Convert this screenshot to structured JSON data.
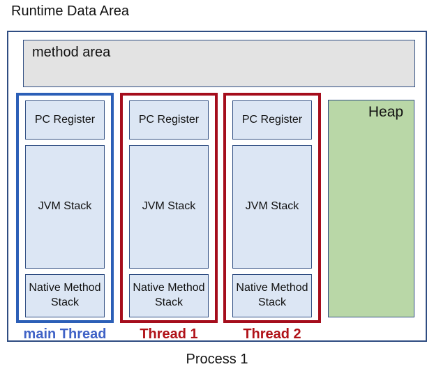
{
  "title": "Runtime Data Area",
  "method_area": {
    "label": "method area"
  },
  "threads": [
    {
      "label": "main Thread",
      "pc_register": "PC Register",
      "jvm_stack": "JVM Stack",
      "native_method_stack": "Native Method Stack",
      "accent": "blue"
    },
    {
      "label": "Thread 1",
      "pc_register": "PC Register",
      "jvm_stack": "JVM Stack",
      "native_method_stack": "Native Method Stack",
      "accent": "red"
    },
    {
      "label": "Thread 2",
      "pc_register": "PC Register",
      "jvm_stack": "JVM Stack",
      "native_method_stack": "Native Method Stack",
      "accent": "red"
    }
  ],
  "heap": {
    "label": "Heap"
  },
  "process_label": "Process 1",
  "colors": {
    "outline_navy": "#2f4d82",
    "thread_blue": "#2c5fb7",
    "thread_blue_label": "#3f62c6",
    "thread_red": "#a50d1c",
    "thread_red_label": "#b01218",
    "box_fill_blue": "#dce6f4",
    "method_area_fill": "#e3e3e3",
    "heap_fill": "#b9d7a7",
    "text_color": "#111111"
  }
}
